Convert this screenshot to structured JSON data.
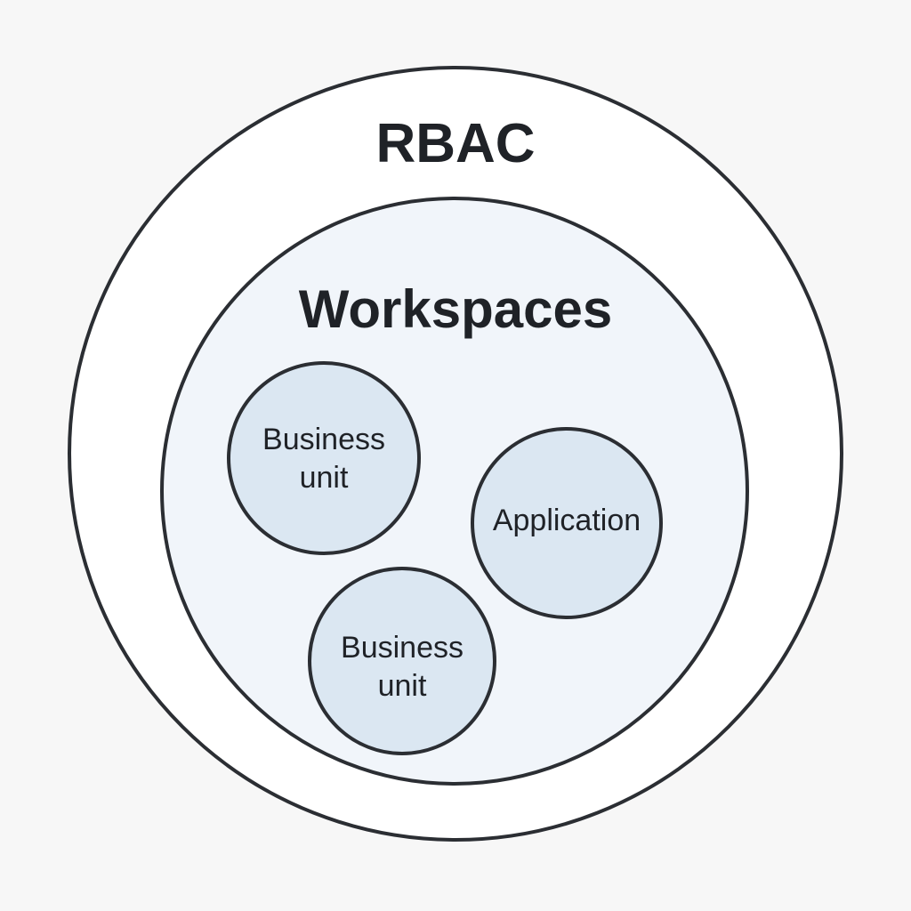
{
  "diagram": {
    "outer": {
      "title": "RBAC",
      "fill": "#ffffff",
      "stroke": "#2b2e33"
    },
    "inner": {
      "title": "Workspaces",
      "fill": "#f1f5fa",
      "stroke": "#2b2e33"
    },
    "nodes": [
      {
        "id": "business-unit-1",
        "lines": [
          "Business",
          "unit"
        ],
        "fill": "#dbe7f2"
      },
      {
        "id": "application",
        "lines": [
          "Application"
        ],
        "fill": "#dbe7f2"
      },
      {
        "id": "business-unit-2",
        "lines": [
          "Business",
          "unit"
        ],
        "fill": "#dbe7f2"
      }
    ]
  }
}
